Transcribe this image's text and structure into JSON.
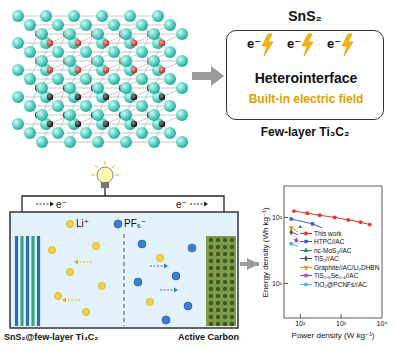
{
  "diagram": {
    "nodes": [
      {
        "text": [
          "e⁻",
          "e⁻",
          "e⁻",
          "Heterointerface",
          "Built-in electric field"
        ]
      },
      {
        "text": [
          "e⁻",
          "e⁻",
          "Li⁺",
          "PF₆⁻"
        ]
      },
      {
        "text": [
          "Energy density (Wh kg⁻¹)",
          "Power density (W kg⁻¹)"
        ]
      }
    ],
    "edges": [
      {
        "from": 1,
        "to": 2,
        "arrow": "to"
      }
    ],
    "labels": [
      "SnS₂",
      "Few-layer Ti₃C₂",
      "SnS₂@few-layer Ti₃C₂",
      "Active Carbon",
      "10²",
      "10¹",
      "10²",
      "10³",
      "10⁴"
    ],
    "legend": [
      {
        "text": "This work"
      },
      {
        "text": "HTPC//AC"
      },
      {
        "text": "nc-MoS₂//AC"
      },
      {
        "text": "TiS₂//AC"
      },
      {
        "text": "Graphite//AC/Li₂DHBN"
      },
      {
        "text": "TiS₀.₆Se₀.₄//AC"
      },
      {
        "text": "TiO₂@PCNFs//AC"
      }
    ]
  }
}
